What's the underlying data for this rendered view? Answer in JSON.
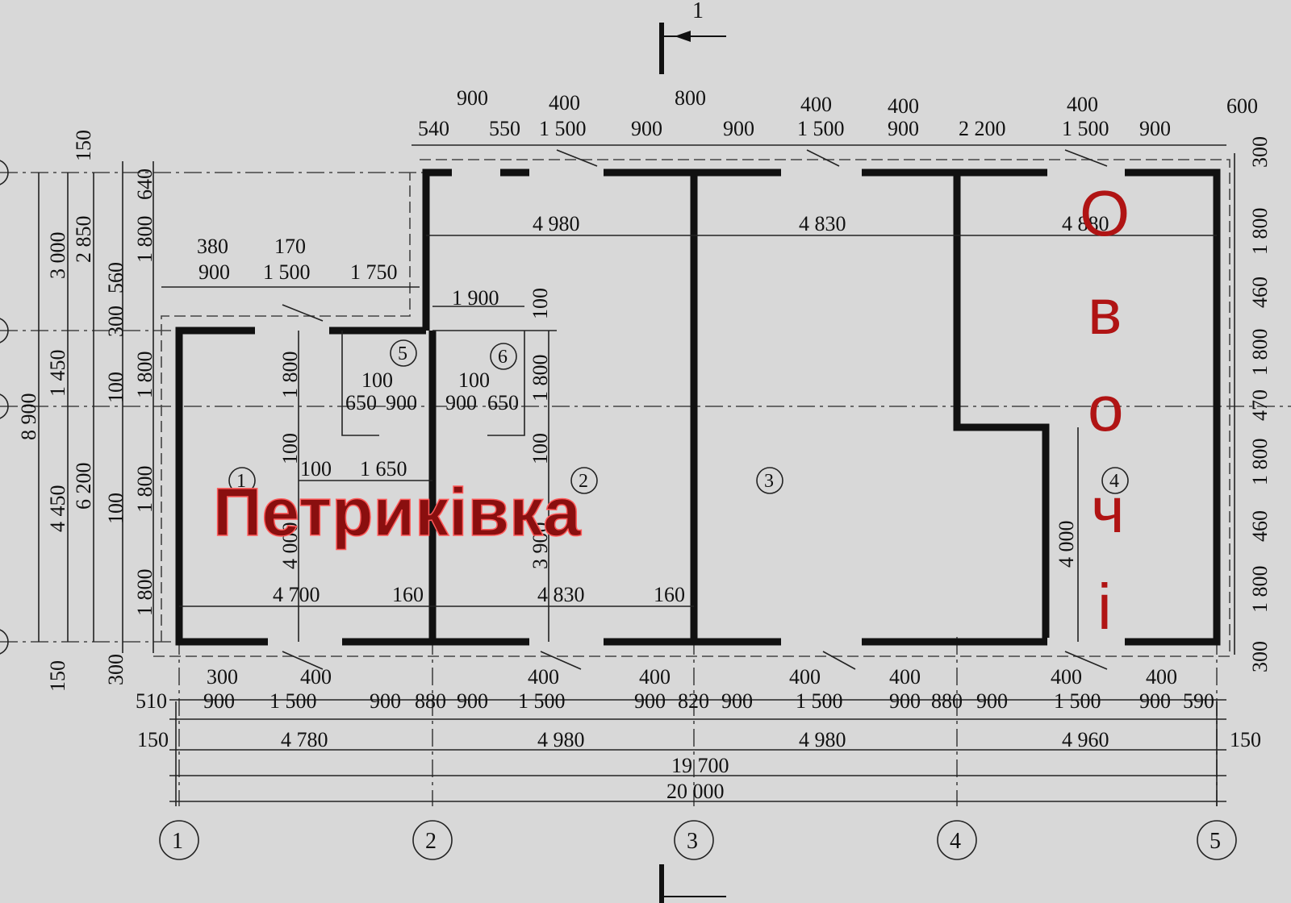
{
  "overlay": {
    "left_word": "Петриківка",
    "right_letters": [
      "О",
      "в",
      "о",
      "ч",
      "і"
    ],
    "color_main": "#8a0f0f",
    "color_glow": "#ff5a5a"
  },
  "section_mark": "1",
  "axes": [
    "1",
    "2",
    "3",
    "4",
    "5"
  ],
  "rooms": [
    "1",
    "2",
    "3",
    "4",
    "5",
    "6"
  ],
  "overall": {
    "total_length": "20 000",
    "axis_length": "19 700",
    "spans": [
      "4 780",
      "4 980",
      "4 980",
      "4 960"
    ],
    "edge_left": "150",
    "edge_right": "150"
  },
  "top": {
    "upper": [
      "900",
      "400",
      "800",
      "400",
      "400",
      "400",
      "600"
    ],
    "lower": [
      "540",
      "550",
      "1 500",
      "900",
      "900",
      "1 500",
      "900",
      "2 200",
      "1 500",
      "900"
    ],
    "room_widths": [
      "4 980",
      "4 830",
      "4 880"
    ]
  },
  "left_annex": {
    "upper": [
      "380",
      "170"
    ],
    "lower": [
      "900",
      "1 500",
      "1 750"
    ],
    "partition": [
      "1 900",
      "100",
      "100",
      "100",
      "100"
    ],
    "sanitary": [
      "650",
      "900",
      "900",
      "650",
      "100",
      "1 650"
    ],
    "heights": [
      "1 800",
      "1 800",
      "4 000",
      "3 900",
      "100",
      "100"
    ]
  },
  "bottom": {
    "row1": [
      "510",
      "900",
      "1 500",
      "900",
      "880",
      "900",
      "1 500",
      "900",
      "820",
      "900",
      "1 500",
      "900",
      "880",
      "900",
      "1 500",
      "900",
      "590"
    ],
    "row0": [
      "300",
      "400",
      "400",
      "400",
      "400",
      "400",
      "400",
      "400"
    ],
    "inner": [
      "4 700",
      "160",
      "4 830",
      "160"
    ],
    "wall_vertical": "4 000"
  },
  "left_side": {
    "outer": [
      "8 900"
    ],
    "col2": [
      "3 000",
      "1 450",
      "4 450"
    ],
    "col3": [
      "2 850",
      "6 200"
    ],
    "col4": [
      "150",
      "560",
      "300",
      "100",
      "100",
      "150",
      "300"
    ],
    "col5": [
      "640",
      "1 800",
      "1 800",
      "1 800",
      "1 800"
    ]
  },
  "right_side": [
    "300",
    "1 800",
    "460",
    "1 800",
    "470",
    "1 800",
    "460",
    "1 800",
    "300"
  ]
}
